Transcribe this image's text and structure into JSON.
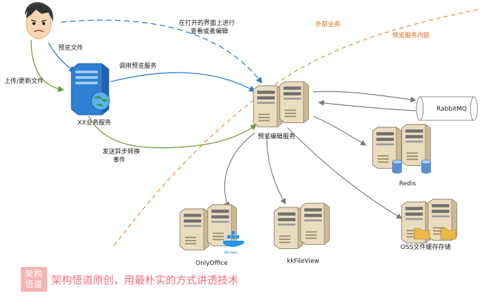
{
  "nodes": {
    "user": "",
    "xx_service": "XX业务服务",
    "preview_edit": "预览编辑服务",
    "rabbitmq": "RabbitMQ",
    "redis": "Redis",
    "onlyoffice": "OnlyOffice",
    "kkfileview": "kkFileView",
    "oss": "OSS文件缓存存储",
    "docker": "docker"
  },
  "edges": {
    "preview_file": "预览文件",
    "upload_update": "上传/更新文件",
    "call_preview": "调用预览服务",
    "open_view_line1": "在打开的界面上进行",
    "open_view_line2": "查看或者编辑",
    "async_line1": "发送异步转换",
    "async_line2": "事件"
  },
  "regions": {
    "outside": "外部业务",
    "inside": "预览服务内部"
  },
  "footer": {
    "logo_line1": "架构",
    "logo_line2": "悟道",
    "slogan": "架构悟道原创，用最朴实的方式讲透技术"
  },
  "colors": {
    "blue": "#2a7ad6",
    "green": "#6f9a3a",
    "gray": "#808080",
    "orange": "#f0953f",
    "server": "#e9dcbf"
  }
}
